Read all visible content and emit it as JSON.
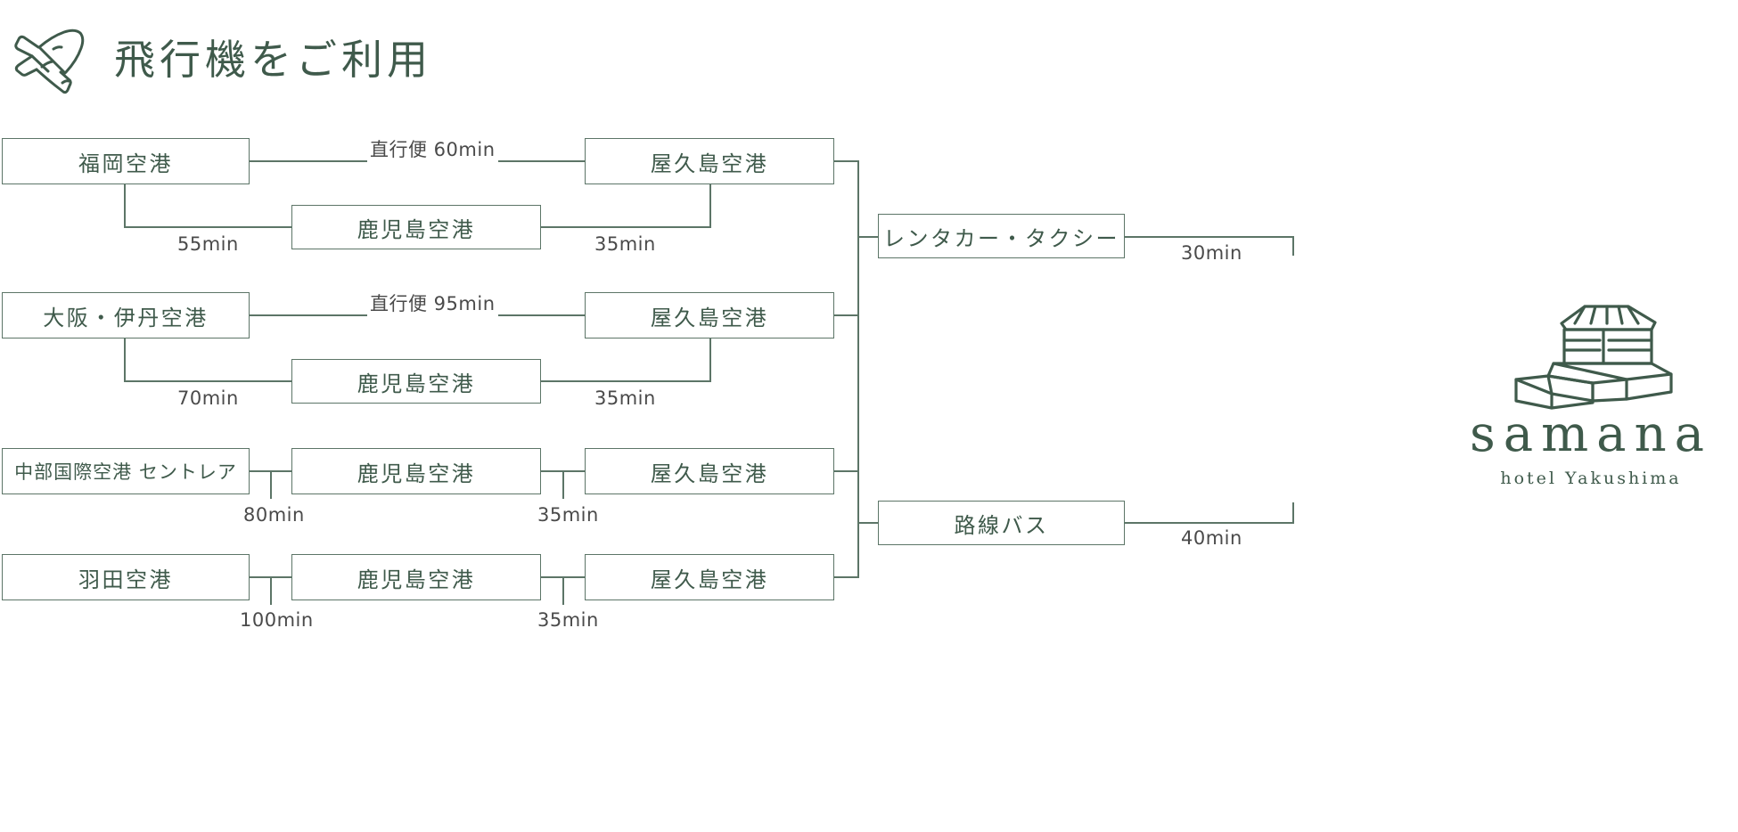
{
  "header": {
    "title": "飛行機をご利用",
    "icon": "airplane-icon"
  },
  "brand": {
    "mark": "pavilion-logo-icon",
    "name": "samana",
    "tagline": "hotel Yakushima"
  },
  "colors": {
    "line": "#5c7567",
    "text": "#3f5a4b",
    "label": "#4a4a4a",
    "background": "#ffffff"
  },
  "diagram": {
    "type": "flow-diagram",
    "routes": [
      {
        "id": "fukuoka",
        "origin": "福岡空港",
        "direct_label": "直行便 60min",
        "direct_destination": "屋久島空港",
        "via_label": "55min",
        "via": "鹿児島空港",
        "via_leg_label": "35min"
      },
      {
        "id": "osaka-itami",
        "origin": "大阪・伊丹空港",
        "direct_label": "直行便 95min",
        "direct_destination": "屋久島空港",
        "via_label": "70min",
        "via": "鹿児島空港",
        "via_leg_label": "35min"
      },
      {
        "id": "chubu-centrair",
        "origin": "中部国際空港 セントレア",
        "via_label": "80min",
        "via": "鹿児島空港",
        "via_leg_label": "35min",
        "destination": "屋久島空港"
      },
      {
        "id": "haneda",
        "origin": "羽田空港",
        "via_label": "100min",
        "via": "鹿児島空港",
        "via_leg_label": "35min",
        "destination": "屋久島空港"
      }
    ],
    "ground": [
      {
        "id": "rentacar-taxi",
        "label": "レンタカー・タクシー",
        "duration": "30min"
      },
      {
        "id": "route-bus",
        "label": "路線バス",
        "duration": "40min"
      }
    ]
  }
}
